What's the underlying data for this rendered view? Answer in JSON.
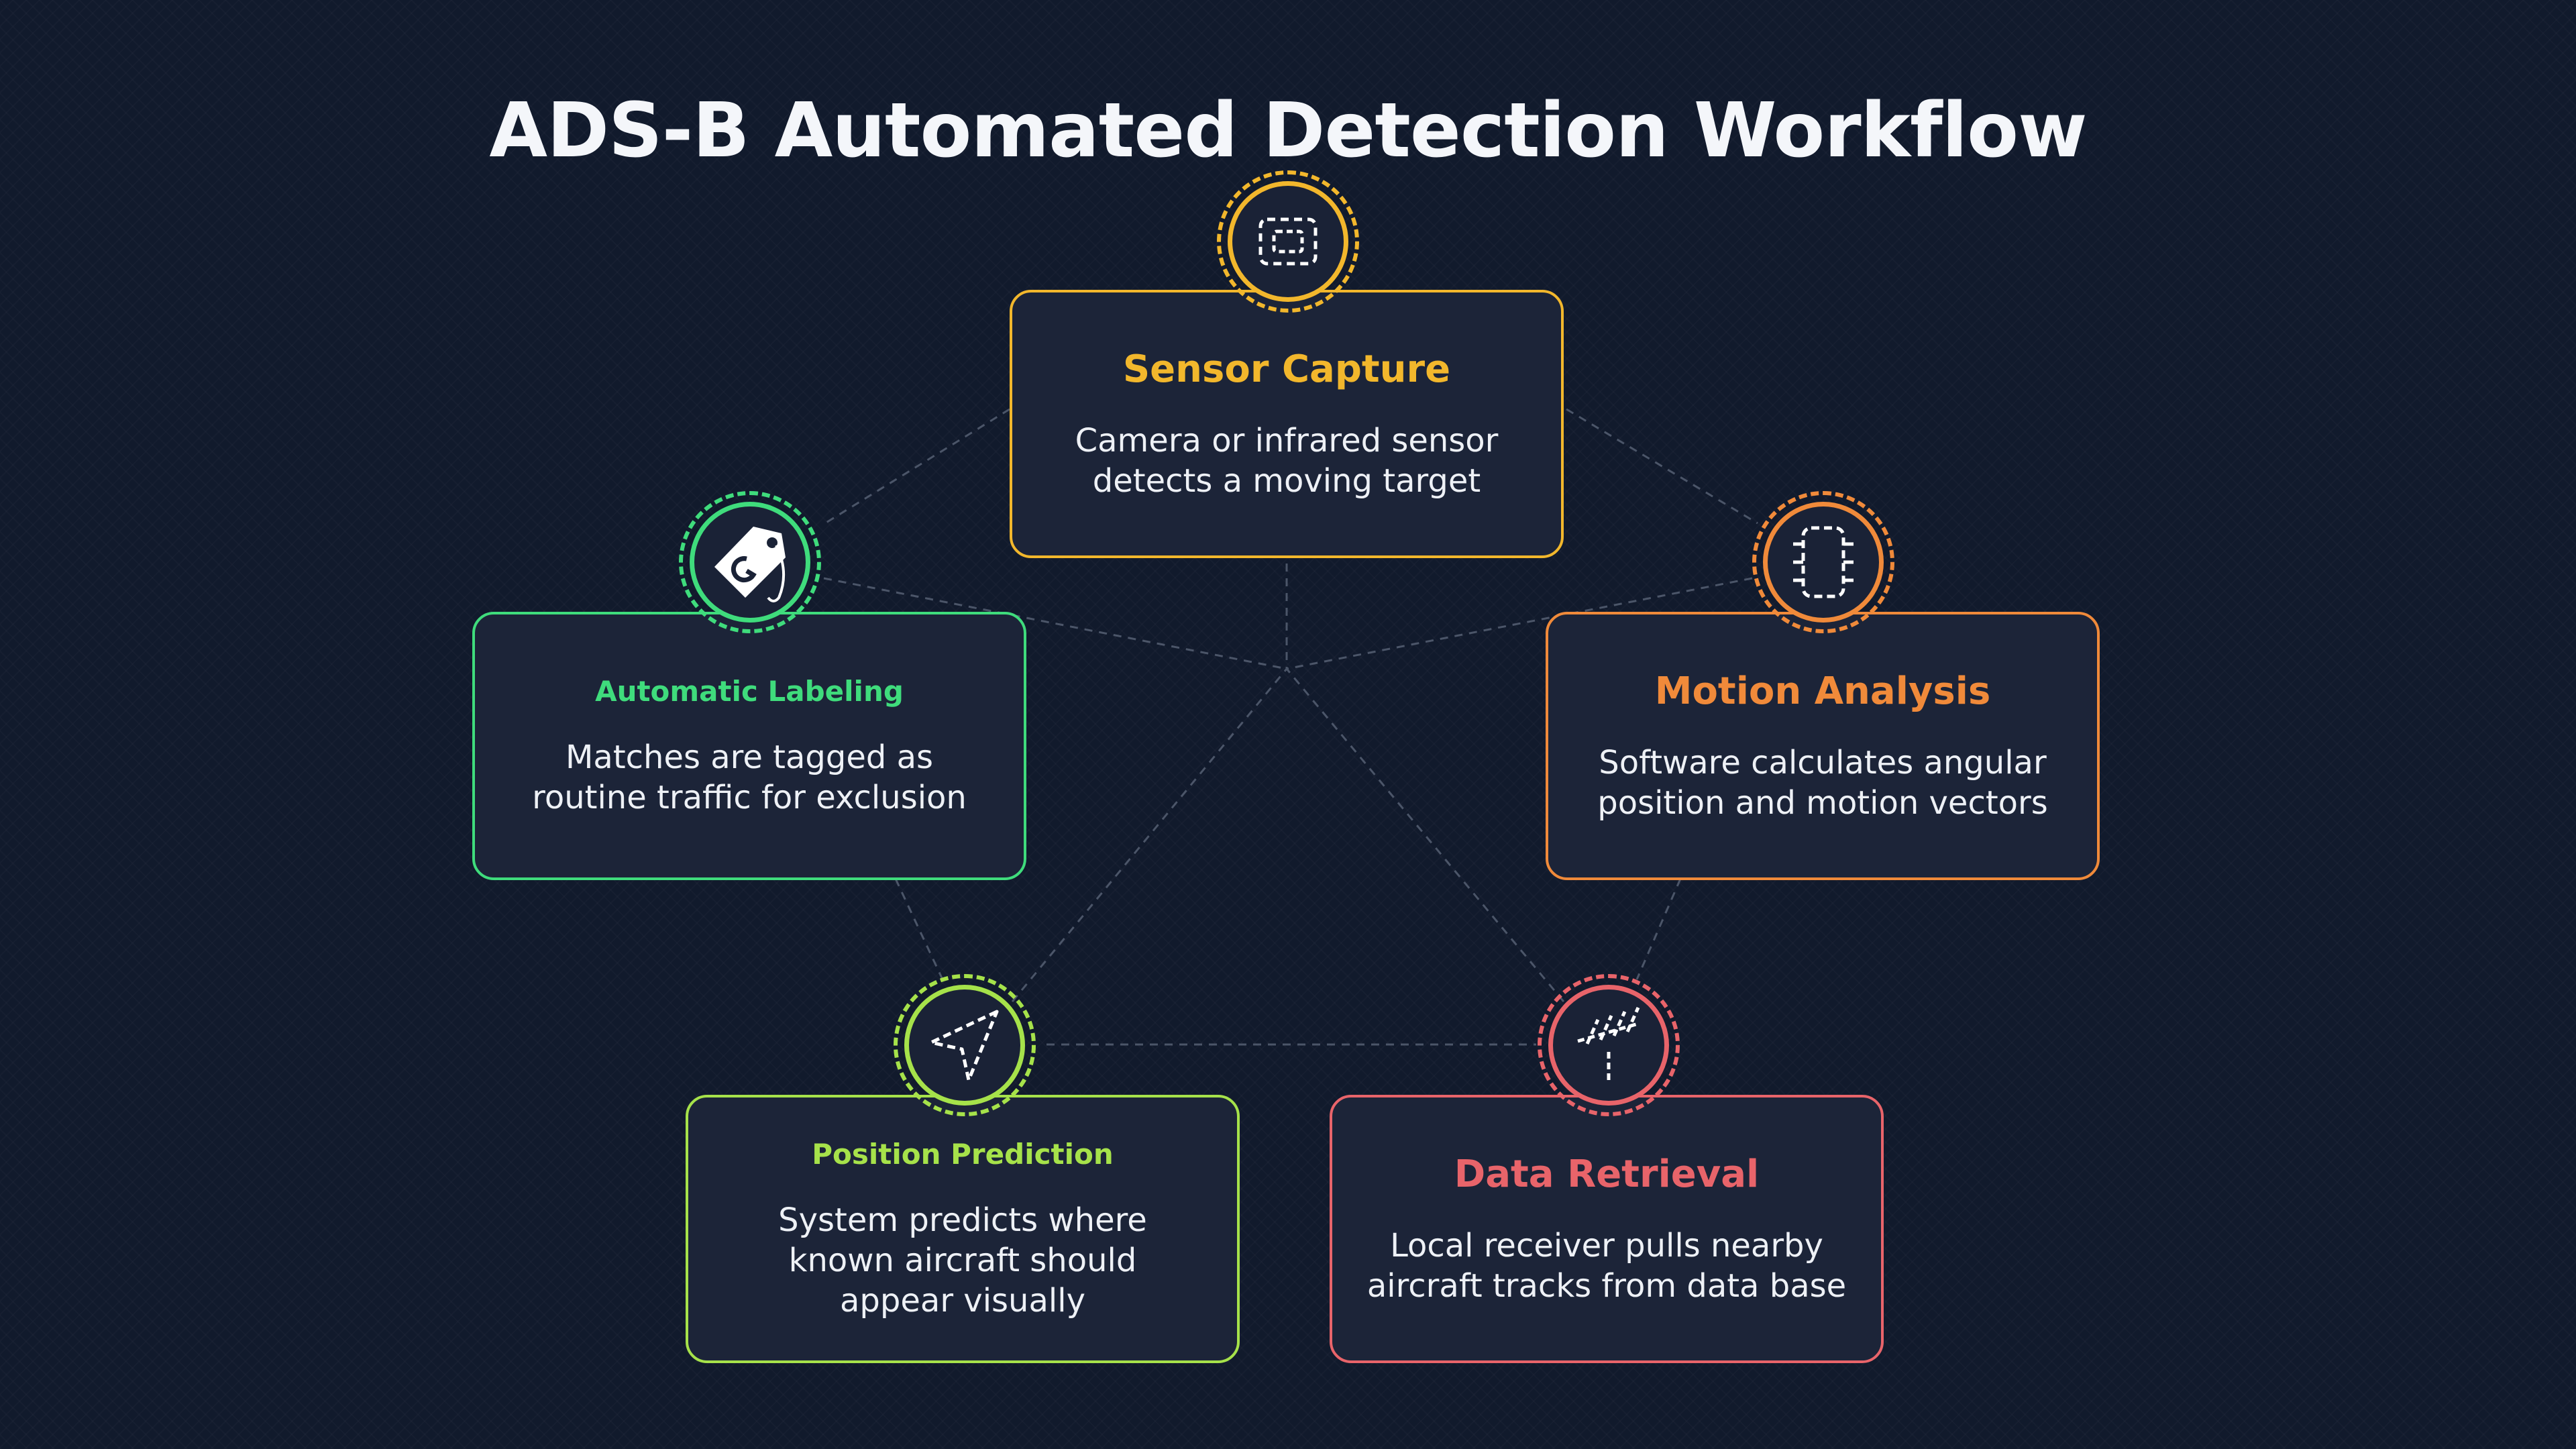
{
  "title": "ADS-B Automated Detection Workflow",
  "steps": [
    {
      "id": "sensor",
      "heading": "Sensor Capture",
      "desc": "Camera or infrared sensor detects a moving target",
      "color": "#f2b72c",
      "icon": "capture-frame-icon"
    },
    {
      "id": "motion",
      "heading": "Motion Analysis",
      "desc": "Software calculates angular position and motion vectors",
      "color": "#f08a3a",
      "icon": "chip-icon"
    },
    {
      "id": "data",
      "heading": "Data Retrieval",
      "desc": "Local receiver pulls nearby aircraft tracks from data base",
      "color": "#e8646a",
      "icon": "antenna-icon"
    },
    {
      "id": "position",
      "heading": "Position Prediction",
      "desc": "System predicts where known aircraft should appear visually",
      "color": "#a6e24a",
      "icon": "navigation-arrow-icon"
    },
    {
      "id": "labeling",
      "heading": "Automatic Labeling",
      "desc": "Matches are tagged as routine traffic for exclusion",
      "color": "#3fdc7c",
      "icon": "tag-icon"
    }
  ]
}
